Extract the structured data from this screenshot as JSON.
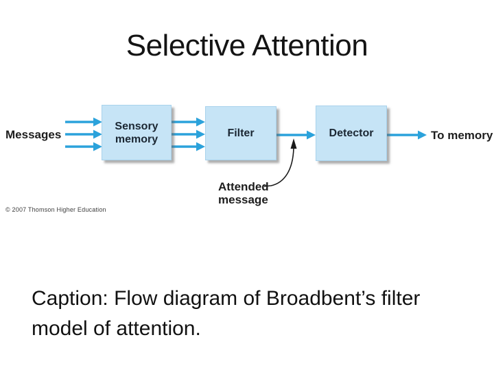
{
  "slide": {
    "title": "Selective Attention",
    "caption": "Caption: Flow diagram of Broadbent’s filter model of attention."
  },
  "diagram": {
    "source_label": "Messages",
    "boxes": [
      {
        "label": "Sensory memory"
      },
      {
        "label": "Filter"
      },
      {
        "label": "Detector"
      }
    ],
    "output_label": "To memory",
    "annotation_label": "Attended message",
    "copyright": "© 2007 Thomson Higher Education",
    "arrows": {
      "input_count": 3,
      "sensory_to_filter_count": 3,
      "filter_to_detector_count": 1,
      "detector_to_memory_count": 1,
      "annotation_arrow": "curved arrow from Attended message label pointing up at filter-to-detector line"
    },
    "colors": {
      "arrow_blue": "#2ba2db",
      "box_fill": "#c6e4f6",
      "box_border": "#a8d2ec",
      "box_text": "#1b2733",
      "box_shadow": "#696969",
      "annotation_arrow_black": "#1a1a1a",
      "title_text": "#141414",
      "caption_text": "#111111",
      "copyright_text": "#3c3c3c",
      "background": "#ffffff"
    }
  }
}
